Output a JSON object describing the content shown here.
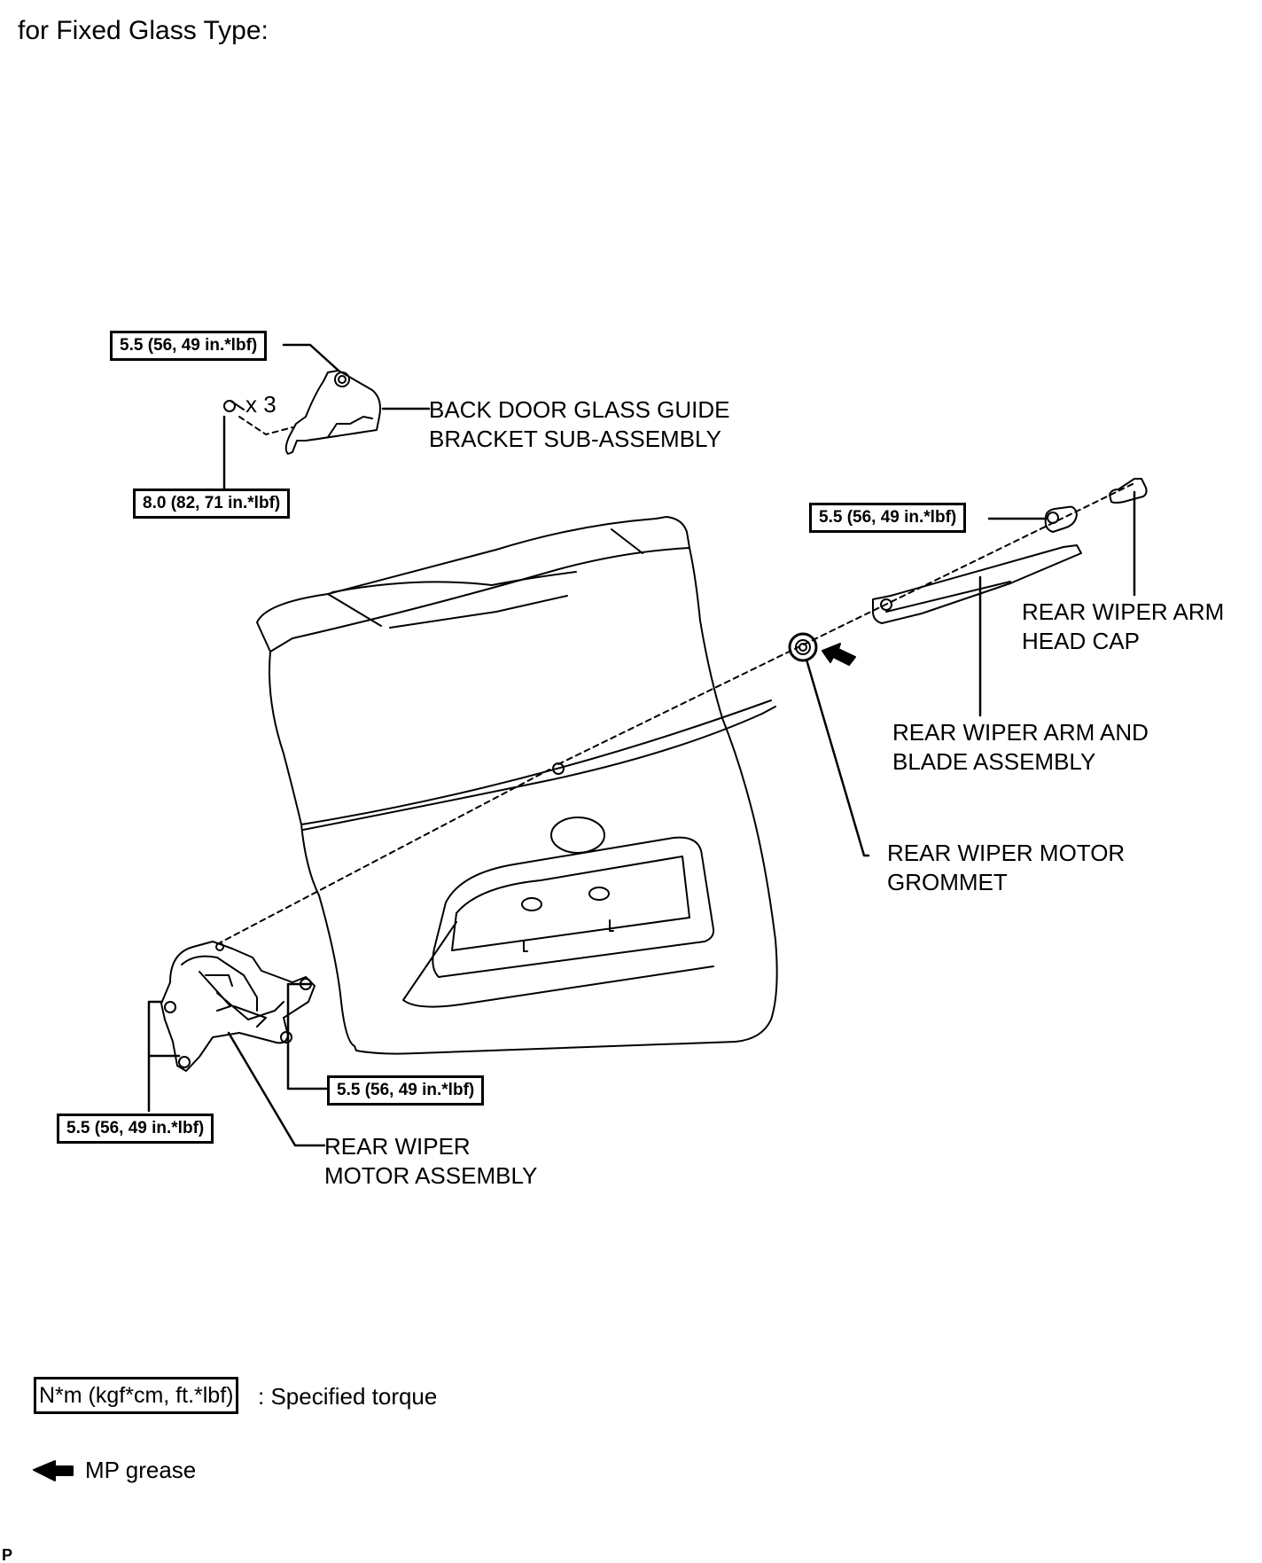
{
  "title": "for Fixed Glass Type:",
  "callouts": {
    "glass_bracket": "BACK DOOR GLASS GUIDE\nBRACKET SUB-ASSEMBLY",
    "arm_head_cap": "REAR WIPER ARM\nHEAD CAP",
    "arm_blade": "REAR WIPER ARM AND\nBLADE ASSEMBLY",
    "motor_grommet": "REAR WIPER MOTOR\nGROMMET",
    "motor_assembly": "REAR WIPER\nMOTOR ASSEMBLY"
  },
  "quantity": "x 3",
  "torques": {
    "bracket_top": "5.5 (56, 49 in.*lbf)",
    "bracket_bolt": "8.0 (82, 71 in.*lbf)",
    "arm_nut": "5.5 (56, 49 in.*lbf)",
    "motor_right": "5.5 (56, 49 in.*lbf)",
    "motor_left": "5.5 (56, 49 in.*lbf)"
  },
  "legend": {
    "torque_box": "N*m (kgf*cm, ft.*lbf)",
    "torque_desc": ": Specified torque",
    "grease_desc": "MP grease"
  },
  "corner_mark": "P",
  "icons": {
    "grease_arrow": "filled-left-arrow-icon"
  }
}
